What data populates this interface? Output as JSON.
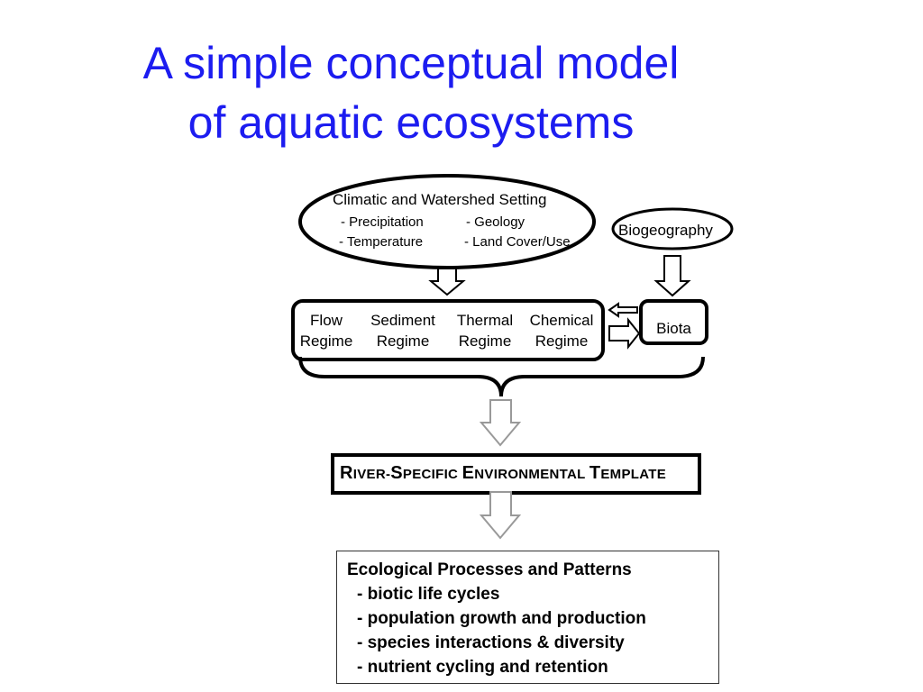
{
  "title": {
    "line1": "A simple conceptual model",
    "line2": "of aquatic ecosystems"
  },
  "setting": {
    "heading": "Climatic and Watershed Setting",
    "items": [
      "- Precipitation",
      "- Geology",
      "- Temperature",
      "- Land Cover/Use"
    ]
  },
  "biogeography": "Biogeography",
  "regimes": [
    {
      "top": "Flow",
      "bottom": "Regime"
    },
    {
      "top": "Sediment",
      "bottom": "Regime"
    },
    {
      "top": "Thermal",
      "bottom": "Regime"
    },
    {
      "top": "Chemical",
      "bottom": "Regime"
    }
  ],
  "biota": "Biota",
  "template": {
    "parts": [
      {
        "cap": "R",
        "rest": "IVER-"
      },
      {
        "cap": "S",
        "rest": "PECIFIC "
      },
      {
        "cap": "E",
        "rest": "NVIRONMENTAL "
      },
      {
        "cap": "T",
        "rest": "EMPLATE"
      }
    ]
  },
  "ecological": {
    "heading": "Ecological Processes and Patterns",
    "items": [
      "- biotic life cycles",
      "- population growth and production",
      "- species interactions & diversity",
      "- nutrient cycling and retention"
    ]
  }
}
